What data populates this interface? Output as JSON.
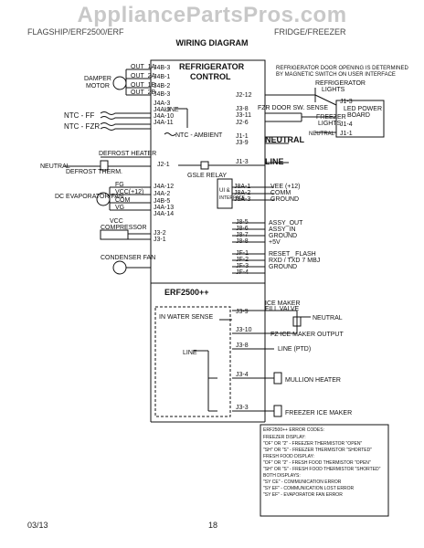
{
  "watermark": "AppliancePartsPros.com",
  "header": {
    "left": "FLAGSHIP/ERF2500/ERF",
    "right": "FRIDGE/FREEZER"
  },
  "title": "WIRING DIAGRAM",
  "control": {
    "title_line1": "REFRIGERATOR",
    "title_line2": "CONTROL",
    "model": "ERF2500++"
  },
  "left_pins": [
    "OUT_1A",
    "OUT_2A",
    "OUT_1B",
    "OUT_2B",
    "J4B-3",
    "J4B-1",
    "J4B-2",
    "J4B-3",
    "J4A-3",
    "J4A-9",
    "J4A-10",
    "J4A-11",
    "J4A-12",
    "J4A-2",
    "J4B-5",
    "J4A-13",
    "J4A-14",
    "J3-2",
    "J3-1",
    "J2-1"
  ],
  "right_pins": [
    "J2-12",
    "J3-8",
    "J3-11",
    "J2-6",
    "J1-1",
    "J3-9",
    "J1-3",
    "J8A-1",
    "J8A-2",
    "J8A-3",
    "J8-5",
    "J8-6",
    "J8-7",
    "J8-8",
    "JF-1",
    "JF-2",
    "JF-3",
    "JF-4",
    "J3-9",
    "J3-10",
    "J3-8",
    "J3-4",
    "J3-3"
  ],
  "labels": {
    "damper_line1": "DAMPER",
    "damper_line2": "MOTOR",
    "ntc_ff": "NTC - FF",
    "ntc_fzr": "NTC - FZR",
    "ntc_ambient": "NTC - AMBIENT",
    "line": "LINE",
    "defrost_heater": "DEFROST HEATER",
    "neutral": "NEUTRAL",
    "defrost_therm": "DEFROST THERM.",
    "gsle_relay": "GSLE RELAY",
    "dc_evap_fan": "DC EVAPORATOR FAN",
    "fg": "FG",
    "vcc": "VCC(+12)",
    "com": "COM",
    "vg": "VG",
    "vcc_comp_line1": "VCC",
    "vcc_comp_line2": "COMPRESSOR",
    "condenser_fan": "CONDENSER FAN",
    "door_note_line1": "REFRIGERATOR DOOR OPENING IS DETERMINED",
    "door_note_line2": "BY MAGNETIC SWITCH ON USER INTERFACE",
    "fridge_lights_line1": "REFRIGERATOR",
    "fridge_lights_line2": "LIGHTS",
    "fzr_door_sense": "FZR DOOR SW. SENSE",
    "freezer_lights_line1": "FREEZER",
    "freezer_lights_line2": "LIGHTS",
    "led_board_line1": "LED POWER",
    "led_board_line2": "BOARD",
    "j13": "J1-3",
    "j14": "J1-4",
    "j11": "J1-1",
    "neutral_big": "NEUTRAL",
    "line_big": "LINE",
    "ui_line1": "UI & ",
    "ui_line2": "INTERFACE",
    "vee": "VEE (+12)",
    "comm": "COMM",
    "ground": "GROUND",
    "assy_out": "ASSY_OUT",
    "assy_in": "ASSY_IN",
    "j8_ground": "GROUND",
    "plus5v": "+5V",
    "reset_flash": "RESET_ FLASH",
    "rxd": "RXD /  TXD 7 MBJ",
    "jf_ground": "GROUND",
    "ice_fill_line1": "ICE MAKER",
    "ice_fill_line2": "FILL VALVE",
    "ice_neutral": "NEUTRAL",
    "in_water_sense": "IN WATER SENSE",
    "fz_ice_output": "FZ ICE MAKER OUTPUT",
    "line_lower": "LINE",
    "line_ptd": "LINE (PTD)",
    "mullion_heater": "MULLION HEATER",
    "freezer_ice_maker": "FREEZER ICE MAKER"
  },
  "error_codes": {
    "heading": "ERF2500++ ERROR CODES:",
    "lines": [
      "FREEZER DISPLAY:",
      "  \"OF\" OR \"2\" - FREEZER THERMISTOR \"OPEN\"",
      "  \"SH\" OR \"S\" - FREEZER THERMISTOR \"SHORTED\"",
      "FRESH FOOD DISPLAY:",
      "  \"OF\" OR \"2\" - FRESH FOOD THERMISTOR \"OPEN\"",
      "  \"SH\" OR \"S\" - FRESH FOOD THERMISTOR \"SHORTED\"",
      "BOTH DISPLAYS:",
      "  \"SY CE\" - COMMUNICATION ERROR",
      "  \"SY EF\" - COMMUNICATION LOST ERROR",
      "  \"SY EF\" - EVAPORATOR FAN ERROR"
    ]
  },
  "footer": {
    "date": "03/13",
    "page": "18"
  }
}
